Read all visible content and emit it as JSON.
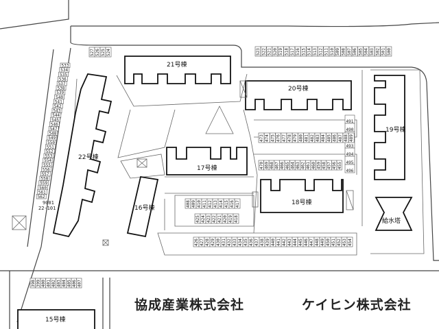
{
  "buildings": {
    "b21": "21号棟",
    "b20": "20号棟",
    "b22": "22号棟",
    "b19": "19号棟",
    "b17": "17号棟",
    "b18": "18号棟",
    "b16": "16号棟",
    "b15": "15号棟",
    "tower": "給水塔"
  },
  "labels": {
    "lot_9001": "9001",
    "lot_22_101": "22-101"
  },
  "companies": {
    "left": "協成産業株式会社",
    "right": "ケイヒン株式会社"
  },
  "parking": {
    "top_row": [
      "527",
      "526",
      "525",
      "524"
    ],
    "row_20": [
      "523",
      "522",
      "521",
      "520",
      "519",
      "518",
      "517",
      "516",
      "515",
      "514",
      "513",
      "512",
      "511",
      "510",
      "509",
      "508",
      "507",
      "506",
      "505",
      "504",
      "503",
      "502",
      "501",
      "500"
    ],
    "left_col": [
      "533",
      "534",
      "535",
      "536",
      "537",
      "538",
      "539",
      "540",
      "541",
      "542",
      "543",
      "544",
      "545",
      "546",
      "547",
      "548",
      "549",
      "550",
      "551",
      "552",
      "553",
      "554",
      "555",
      "556",
      "557",
      "558",
      "559",
      "560",
      "561",
      "562"
    ],
    "right_col": [
      "491",
      "490",
      "492",
      "493",
      "494",
      "495",
      "496"
    ],
    "row_mid_a": [
      "473",
      "474",
      "475",
      "476",
      "477",
      "478",
      "479",
      "480",
      "481",
      "482",
      "483",
      "484",
      "485",
      "486",
      "487",
      "488",
      "489"
    ],
    "row_mid_b": [
      "470",
      "469",
      "468",
      "467",
      "466",
      "465",
      "464",
      "463",
      "462",
      "461",
      "460",
      "459",
      "458",
      "457",
      "456",
      "455"
    ],
    "row_16": [
      "408",
      "409",
      "410",
      "411",
      "412",
      "413",
      "414",
      "415",
      "416",
      "417"
    ],
    "row_16b": [
      "425",
      "424",
      "423",
      "422",
      "421",
      "420",
      "419",
      "418"
    ],
    "row_bottom": [
      "426",
      "427",
      "428",
      "429",
      "430",
      "431",
      "432",
      "433",
      "434",
      "435",
      "436",
      "437",
      "438",
      "439",
      "440",
      "441",
      "442",
      "443",
      "444",
      "445",
      "446",
      "447",
      "448",
      "449",
      "450",
      "451",
      "452",
      "453",
      "454"
    ],
    "row_15": [
      "398",
      "399",
      "400",
      "401",
      "402",
      "403",
      "404",
      "405",
      "406",
      "407"
    ]
  }
}
